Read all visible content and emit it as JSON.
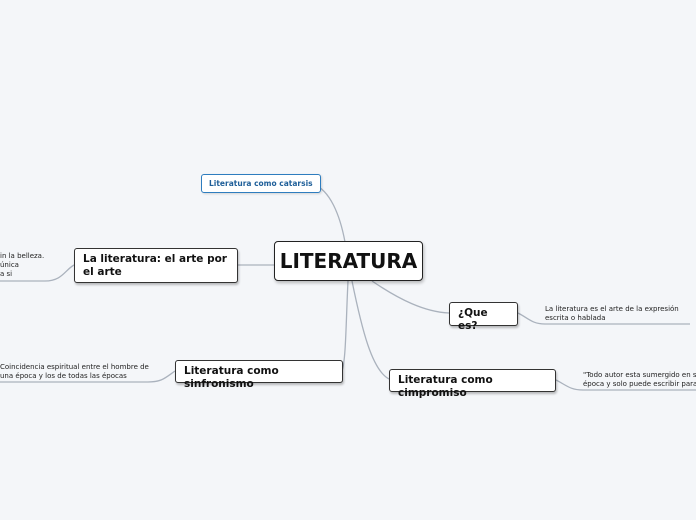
{
  "central": {
    "label": "LITERATURA"
  },
  "floating": {
    "catarsis": "Literatura como catarsis"
  },
  "topics": {
    "arte": "La literatura: el arte por el arte",
    "sinfronismo": "Literatura como sinfronismo",
    "compromiso": "Literatura como cimpromiso",
    "quees": "¿Que es?"
  },
  "notes": {
    "arte": [
      "in la belleza.",
      "única",
      "a si"
    ],
    "sinfronismo": [
      "Coincidencia espiritual entre el hombre de",
      "una época y los de todas las épocas"
    ],
    "quees": [
      "La literatura es el arte de la expresión",
      "escrita o hablada"
    ],
    "compromiso": [
      "\"Todo autor esta sumergido en su",
      "época y solo puede escribir para"
    ]
  },
  "colors": {
    "connector": "#aab2bd",
    "float_border": "#2e7dbf",
    "float_text": "#1f5f99",
    "background": "#f4f6f9"
  }
}
